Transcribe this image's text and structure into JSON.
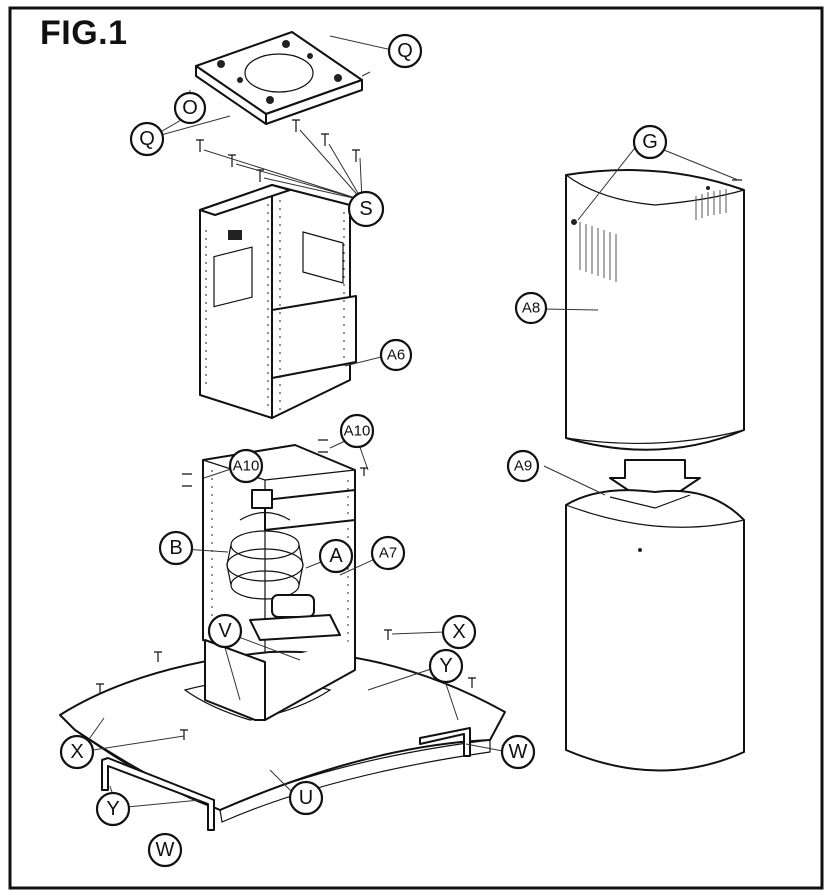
{
  "figure": {
    "title": "FIG.1"
  },
  "callouts": {
    "q_top": "Q",
    "o": "O",
    "q_left": "Q",
    "s": "S",
    "g": "G",
    "a8": "A8",
    "a6": "A6",
    "a10_right": "A10",
    "a10_left": "A10",
    "a9": "A9",
    "b": "B",
    "a": "A",
    "a7": "A7",
    "x_right": "X",
    "v": "V",
    "y_right": "Y",
    "w_right": "W",
    "x_left": "X",
    "u": "U",
    "y_left": "Y",
    "w_left": "W"
  }
}
